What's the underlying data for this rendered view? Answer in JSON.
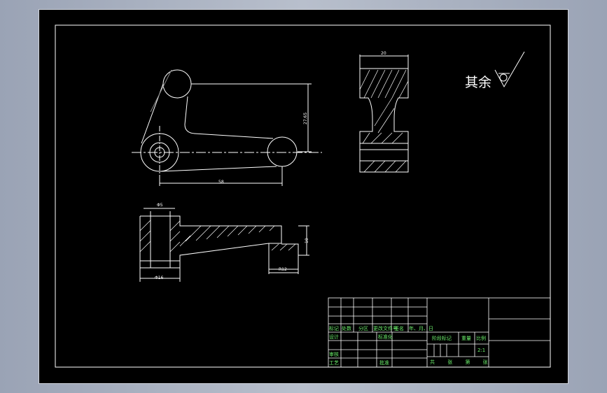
{
  "colors": {
    "background": "#000000",
    "lines": "#ffffff",
    "title_text": "#6cf06c",
    "frame": "#d0d4dc"
  },
  "roughness_note": "其余",
  "dimensions": {
    "front_length": "58",
    "front_height": "27.65",
    "side_width": "20",
    "top_hole": "Φ5",
    "top_base": "Φ16",
    "top_end": "R12",
    "top_height": "10"
  },
  "title_block": {
    "row_labels": [
      "标记",
      "处数",
      "分区",
      "更改文件号",
      "签名",
      "年、月、日"
    ],
    "design": "设计",
    "standardization": "标准化",
    "check": "审核",
    "process": "工艺",
    "approve": "批准",
    "stage_mark": "阶段标记",
    "weight": "重量",
    "scale_label": "比例",
    "scale_value": "2:1",
    "sheets": "共 张 第 张"
  }
}
